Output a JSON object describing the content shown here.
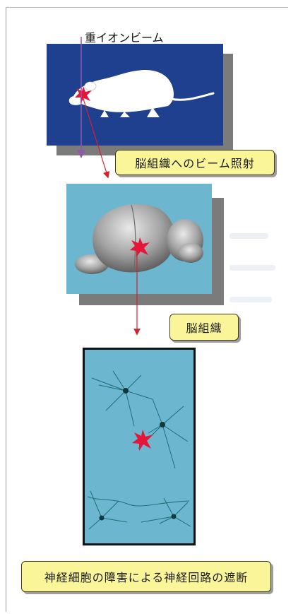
{
  "labels": {
    "beam_source": "重イオンビーム",
    "beam_irradiation": "脳組織へのビーム照射",
    "brain_tissue": "脳組織",
    "circuit_block": "神経細胞の障害による神経回路の遮断"
  },
  "colors": {
    "panel_blue": "#1f3f8f",
    "panel_light_blue": "#6cb6cf",
    "shadow_gray": "#7b7b7b",
    "callout_yellow": "#fbf59a",
    "beam_red": "#d9212b",
    "neuron_color": "#1f6f77",
    "frame_black": "#111111"
  },
  "icons": {
    "rat": "rat-icon",
    "brain": "brain-icon",
    "impact": "impact-burst-icon",
    "neurons": "neuron-network-icon"
  }
}
